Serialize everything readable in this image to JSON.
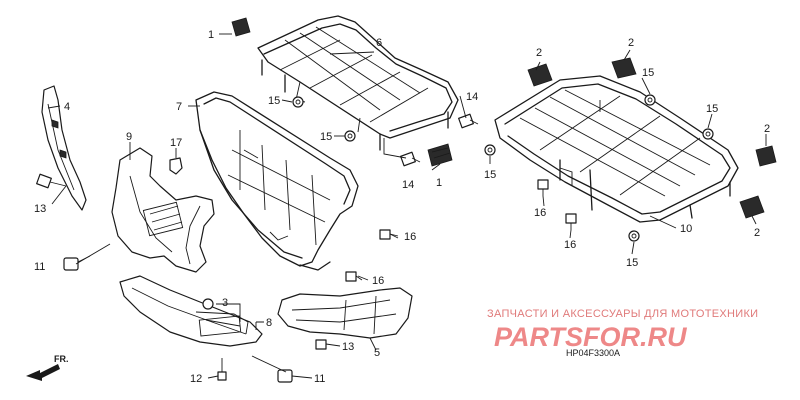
{
  "diagram": {
    "code": "HP04F3300A",
    "front_label": "FR.",
    "watermark": {
      "tagline": "ЗАПЧАСТИ И АКСЕССУАРЫ ДЛЯ МОТОТЕХНИКИ",
      "brand": "PARTSFOR.RU"
    },
    "callouts": [
      {
        "id": "c1a",
        "label": "1"
      },
      {
        "id": "c1b",
        "label": "1"
      },
      {
        "id": "c2a",
        "label": "2"
      },
      {
        "id": "c2b",
        "label": "2"
      },
      {
        "id": "c2c",
        "label": "2"
      },
      {
        "id": "c2d",
        "label": "2"
      },
      {
        "id": "c3",
        "label": "3"
      },
      {
        "id": "c4",
        "label": "4"
      },
      {
        "id": "c5",
        "label": "5"
      },
      {
        "id": "c6",
        "label": "6"
      },
      {
        "id": "c7",
        "label": "7"
      },
      {
        "id": "c8",
        "label": "8"
      },
      {
        "id": "c9",
        "label": "9"
      },
      {
        "id": "c10",
        "label": "10"
      },
      {
        "id": "c11a",
        "label": "11"
      },
      {
        "id": "c11b",
        "label": "11"
      },
      {
        "id": "c12",
        "label": "12"
      },
      {
        "id": "c13a",
        "label": "13"
      },
      {
        "id": "c13b",
        "label": "13"
      },
      {
        "id": "c14a",
        "label": "14"
      },
      {
        "id": "c14b",
        "label": "14"
      },
      {
        "id": "c15a",
        "label": "15"
      },
      {
        "id": "c15b",
        "label": "15"
      },
      {
        "id": "c15c",
        "label": "15"
      },
      {
        "id": "c15d",
        "label": "15"
      },
      {
        "id": "c15e",
        "label": "15"
      },
      {
        "id": "c15f",
        "label": "15"
      },
      {
        "id": "c16a",
        "label": "16"
      },
      {
        "id": "c16b",
        "label": "16"
      },
      {
        "id": "c16c",
        "label": "16"
      },
      {
        "id": "c16d",
        "label": "16"
      },
      {
        "id": "c17",
        "label": "17"
      }
    ]
  }
}
